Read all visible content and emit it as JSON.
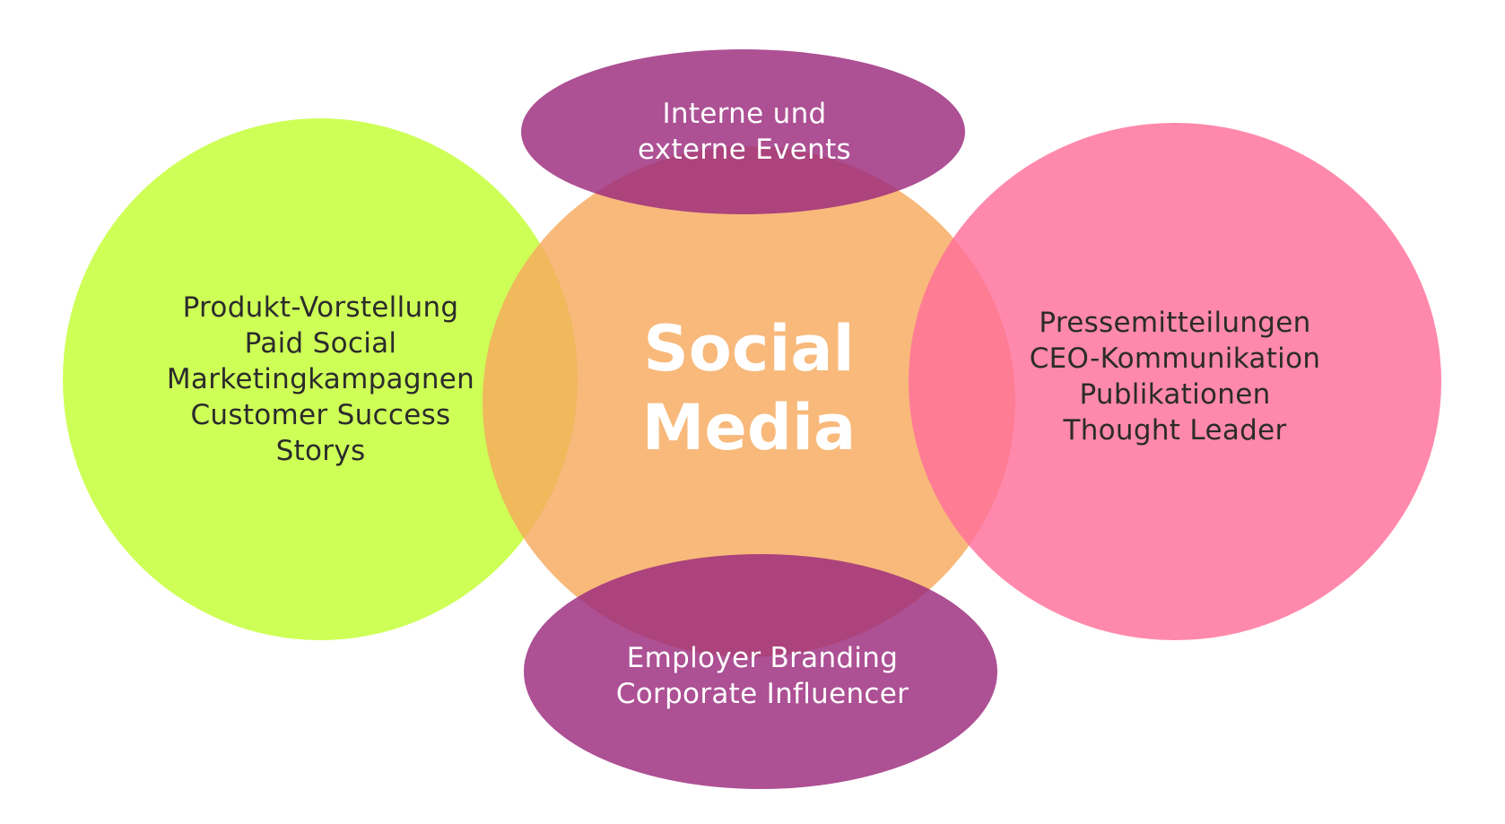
{
  "center": {
    "title_lines": [
      "Social",
      "Media"
    ],
    "color": "#f7a95e"
  },
  "left": {
    "lines": [
      "Produkt-Vorstellung",
      "Paid Social",
      "Marketingkampagnen",
      "Customer Success",
      "Storys"
    ],
    "color": "#c6ff3a"
  },
  "right": {
    "lines": [
      "Pressemitteilungen",
      "CEO-Kommunikation",
      "Publikationen",
      "Thought Leader"
    ],
    "color": "#ff6f9a"
  },
  "top": {
    "lines": [
      "Interne und",
      "externe Events"
    ],
    "color": "#9b2a7c"
  },
  "bottom": {
    "lines": [
      "Employer Branding",
      "Corporate Influencer"
    ],
    "color": "#9b2a7c"
  }
}
